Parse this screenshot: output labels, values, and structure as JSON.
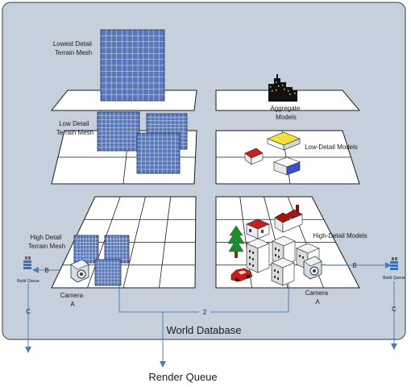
{
  "labels": {
    "lowest_detail_terrain": [
      "Lowest Detail",
      "Terrain Mesh"
    ],
    "low_detail_terrain": [
      "Low Detail",
      "Terrain Mesh"
    ],
    "high_detail_terrain": [
      "High Detail",
      "Terrain Mesh"
    ],
    "aggregate_models": [
      "Aggregate",
      "Models"
    ],
    "low_detail_models": "Low-Detail Models",
    "high_detail_models": "High-Detail Models",
    "camera_left": [
      "Camera",
      "A"
    ],
    "camera_right": [
      "Camera",
      "A"
    ],
    "build_queue_left": "Build Queue",
    "build_queue_right": "Build Queue",
    "arrow_b_left": "B",
    "arrow_b_right": "B",
    "arrow_c_left": "C",
    "arrow_c_right": "C",
    "arrow_2": "2",
    "world_database": "World Database",
    "render_queue": "Render Queue"
  },
  "colors": {
    "panel_fill": "#c5d0dc",
    "panel_stroke": "#4f5b66",
    "grid_blue": "#5a78b8",
    "grid_line": "#1e2d5a",
    "arrow": "#4a7fb5",
    "tree": "#1e8c2e",
    "car": "#d01818",
    "roof_red": "#c82020",
    "roof_yellow": "#f0e040"
  },
  "icons": [
    "building-icon",
    "tree-icon",
    "car-icon",
    "house-icon",
    "camera-icon",
    "queue-icon"
  ]
}
